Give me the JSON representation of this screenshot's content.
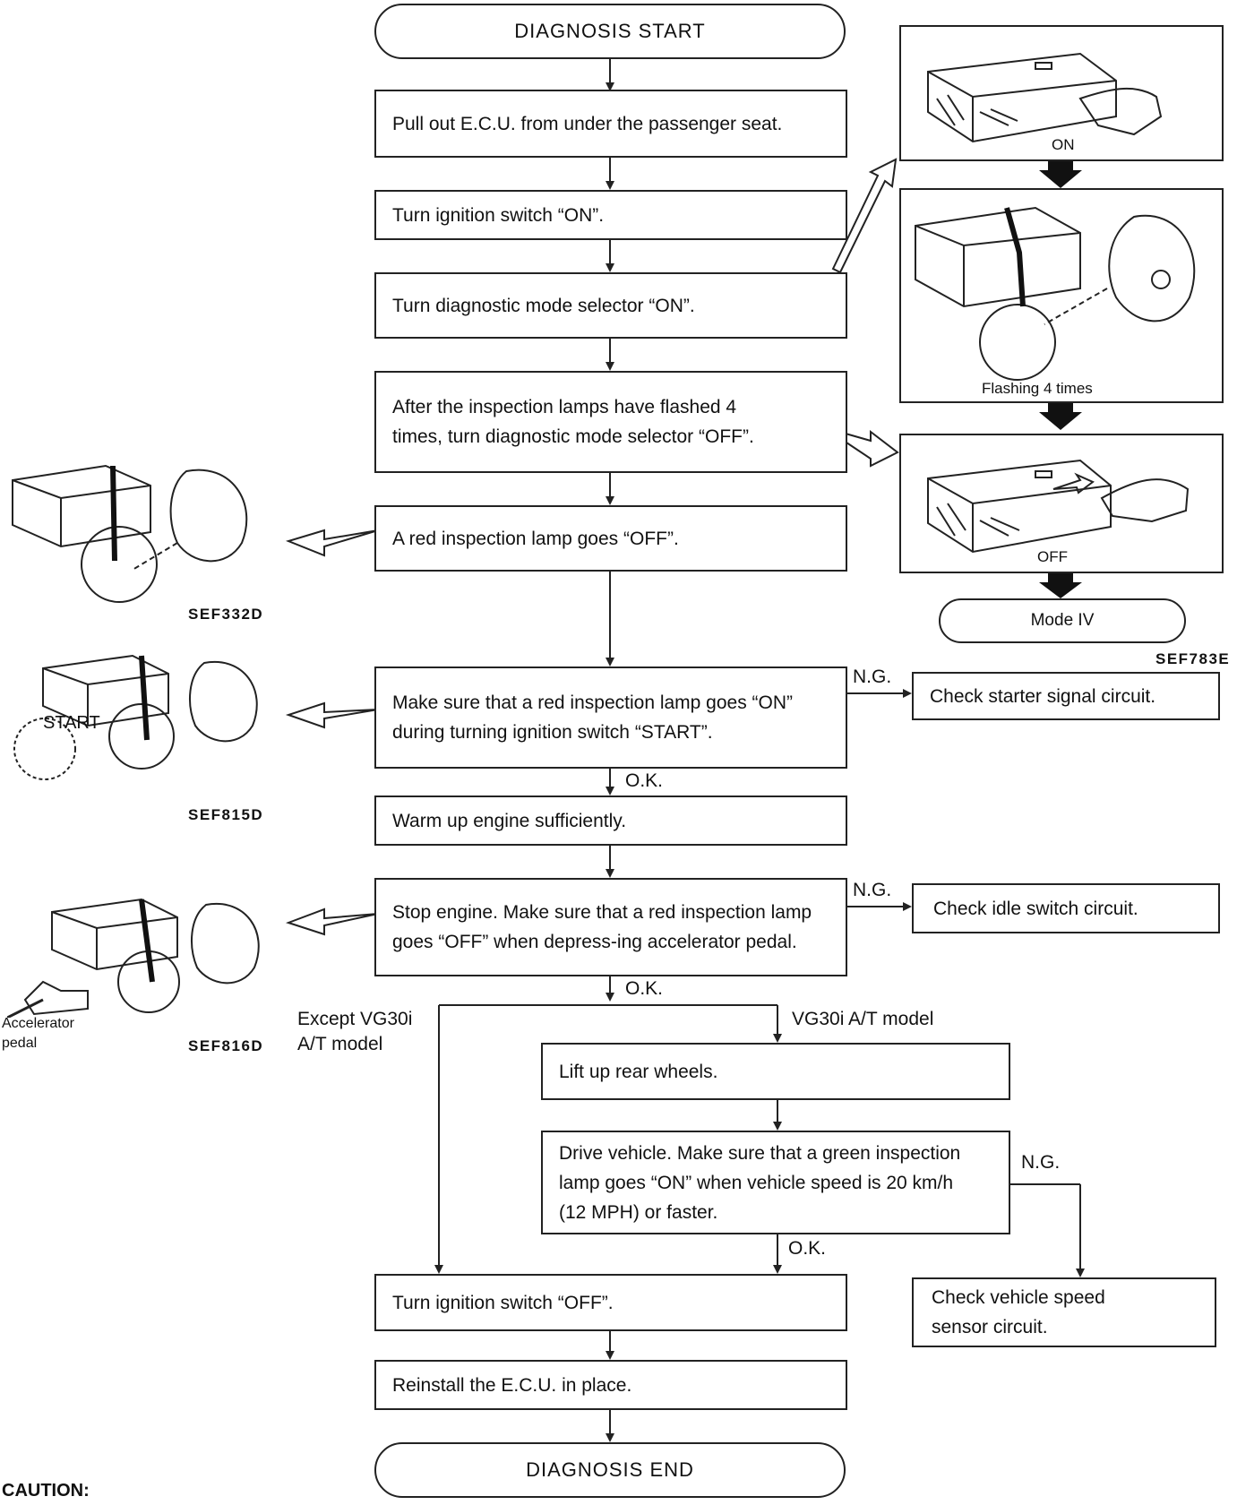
{
  "start": "DIAGNOSIS START",
  "end": "DIAGNOSIS END",
  "steps": {
    "pull_out": "Pull out E.C.U. from under the passenger seat.",
    "ignition_on": "Turn ignition switch “ON”.",
    "selector_on": "Turn diagnostic mode selector “ON”.",
    "selector_off": "After the inspection lamps have flashed 4 times, turn diagnostic mode selector “OFF”.",
    "red_off": "A red inspection lamp goes “OFF”.",
    "red_on_start": "Make sure that a red inspection lamp goes “ON” during turning ignition switch “START”.",
    "warm_up": "Warm up engine sufficiently.",
    "stop_engine": "Stop engine. Make sure that a red inspection lamp goes “OFF” when depress-ing accelerator pedal.",
    "lift_wheels": "Lift up rear wheels.",
    "drive_vehicle": "Drive vehicle. Make sure that a green inspection lamp goes “ON” when vehicle speed is 20 km/h (12 MPH) or faster.",
    "ignition_off": "Turn ignition switch “OFF”.",
    "reinstall": "Reinstall the E.C.U. in place."
  },
  "checks": {
    "starter": "Check starter signal circuit.",
    "idle": "Check idle switch circuit.",
    "speed_sensor": "Check vehicle speed sensor circuit."
  },
  "labels": {
    "ng": "N.G.",
    "ok": "O.K.",
    "except_vg30i": "Except VG30i A/T model",
    "vg30i": "VG30i A/T model",
    "caution": "CAUTION:"
  },
  "illustrations": {
    "on": "ON",
    "flashing": "Flashing 4 times",
    "off": "OFF",
    "mode": "Mode IV",
    "start": "START",
    "accelerator": "Accelerator pedal",
    "code_right": "SEF783E",
    "code_1": "SEF332D",
    "code_2": "SEF815D",
    "code_3": "SEF816D"
  }
}
